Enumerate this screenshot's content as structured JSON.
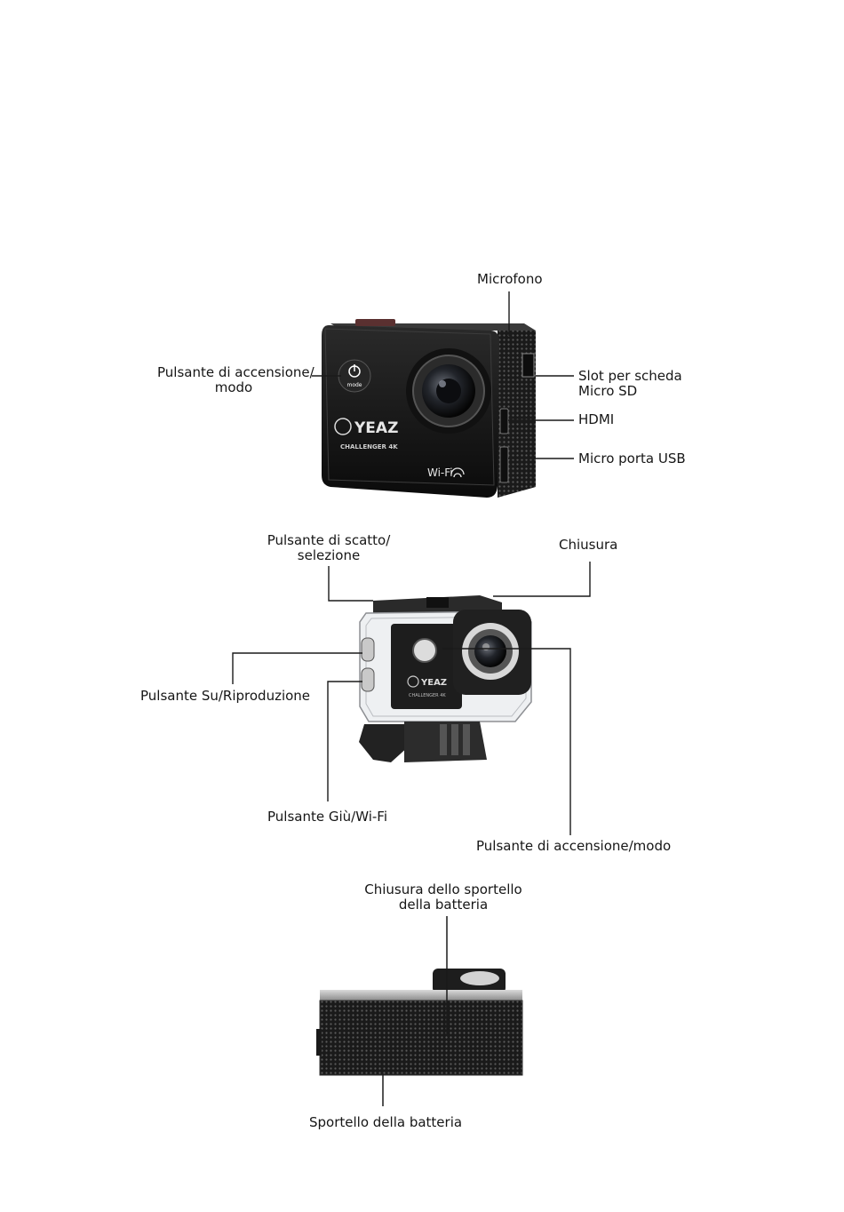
{
  "figure1": {
    "labels": {
      "microfono": "Microfono",
      "power_line1": "Pulsante di accensione/",
      "power_line2": "modo",
      "sd_line1": "Slot per scheda",
      "sd_line2": "Micro SD",
      "hdmi": "HDMI",
      "usb": "Micro porta USB"
    },
    "camera": {
      "brand": "YEAZ",
      "model": "CHALLENGER 4K",
      "wifi": "Wi-Fi",
      "mode": "mode"
    }
  },
  "figure2": {
    "labels": {
      "shutter_line1": "Pulsante di scatto/",
      "shutter_line2": "selezione",
      "chiusura": "Chiusura",
      "up": "Pulsante Su/Riproduzione",
      "down": "Pulsante Giù/Wi-Fi",
      "power": "Pulsante di accensione/modo"
    },
    "camera": {
      "brand": "YEAZ",
      "model": "CHALLENGER 4K"
    }
  },
  "figure3": {
    "labels": {
      "door_lock_line1": "Chiusura dello sportello",
      "door_lock_line2": "della batteria",
      "door": "Sportello della batteria"
    }
  }
}
